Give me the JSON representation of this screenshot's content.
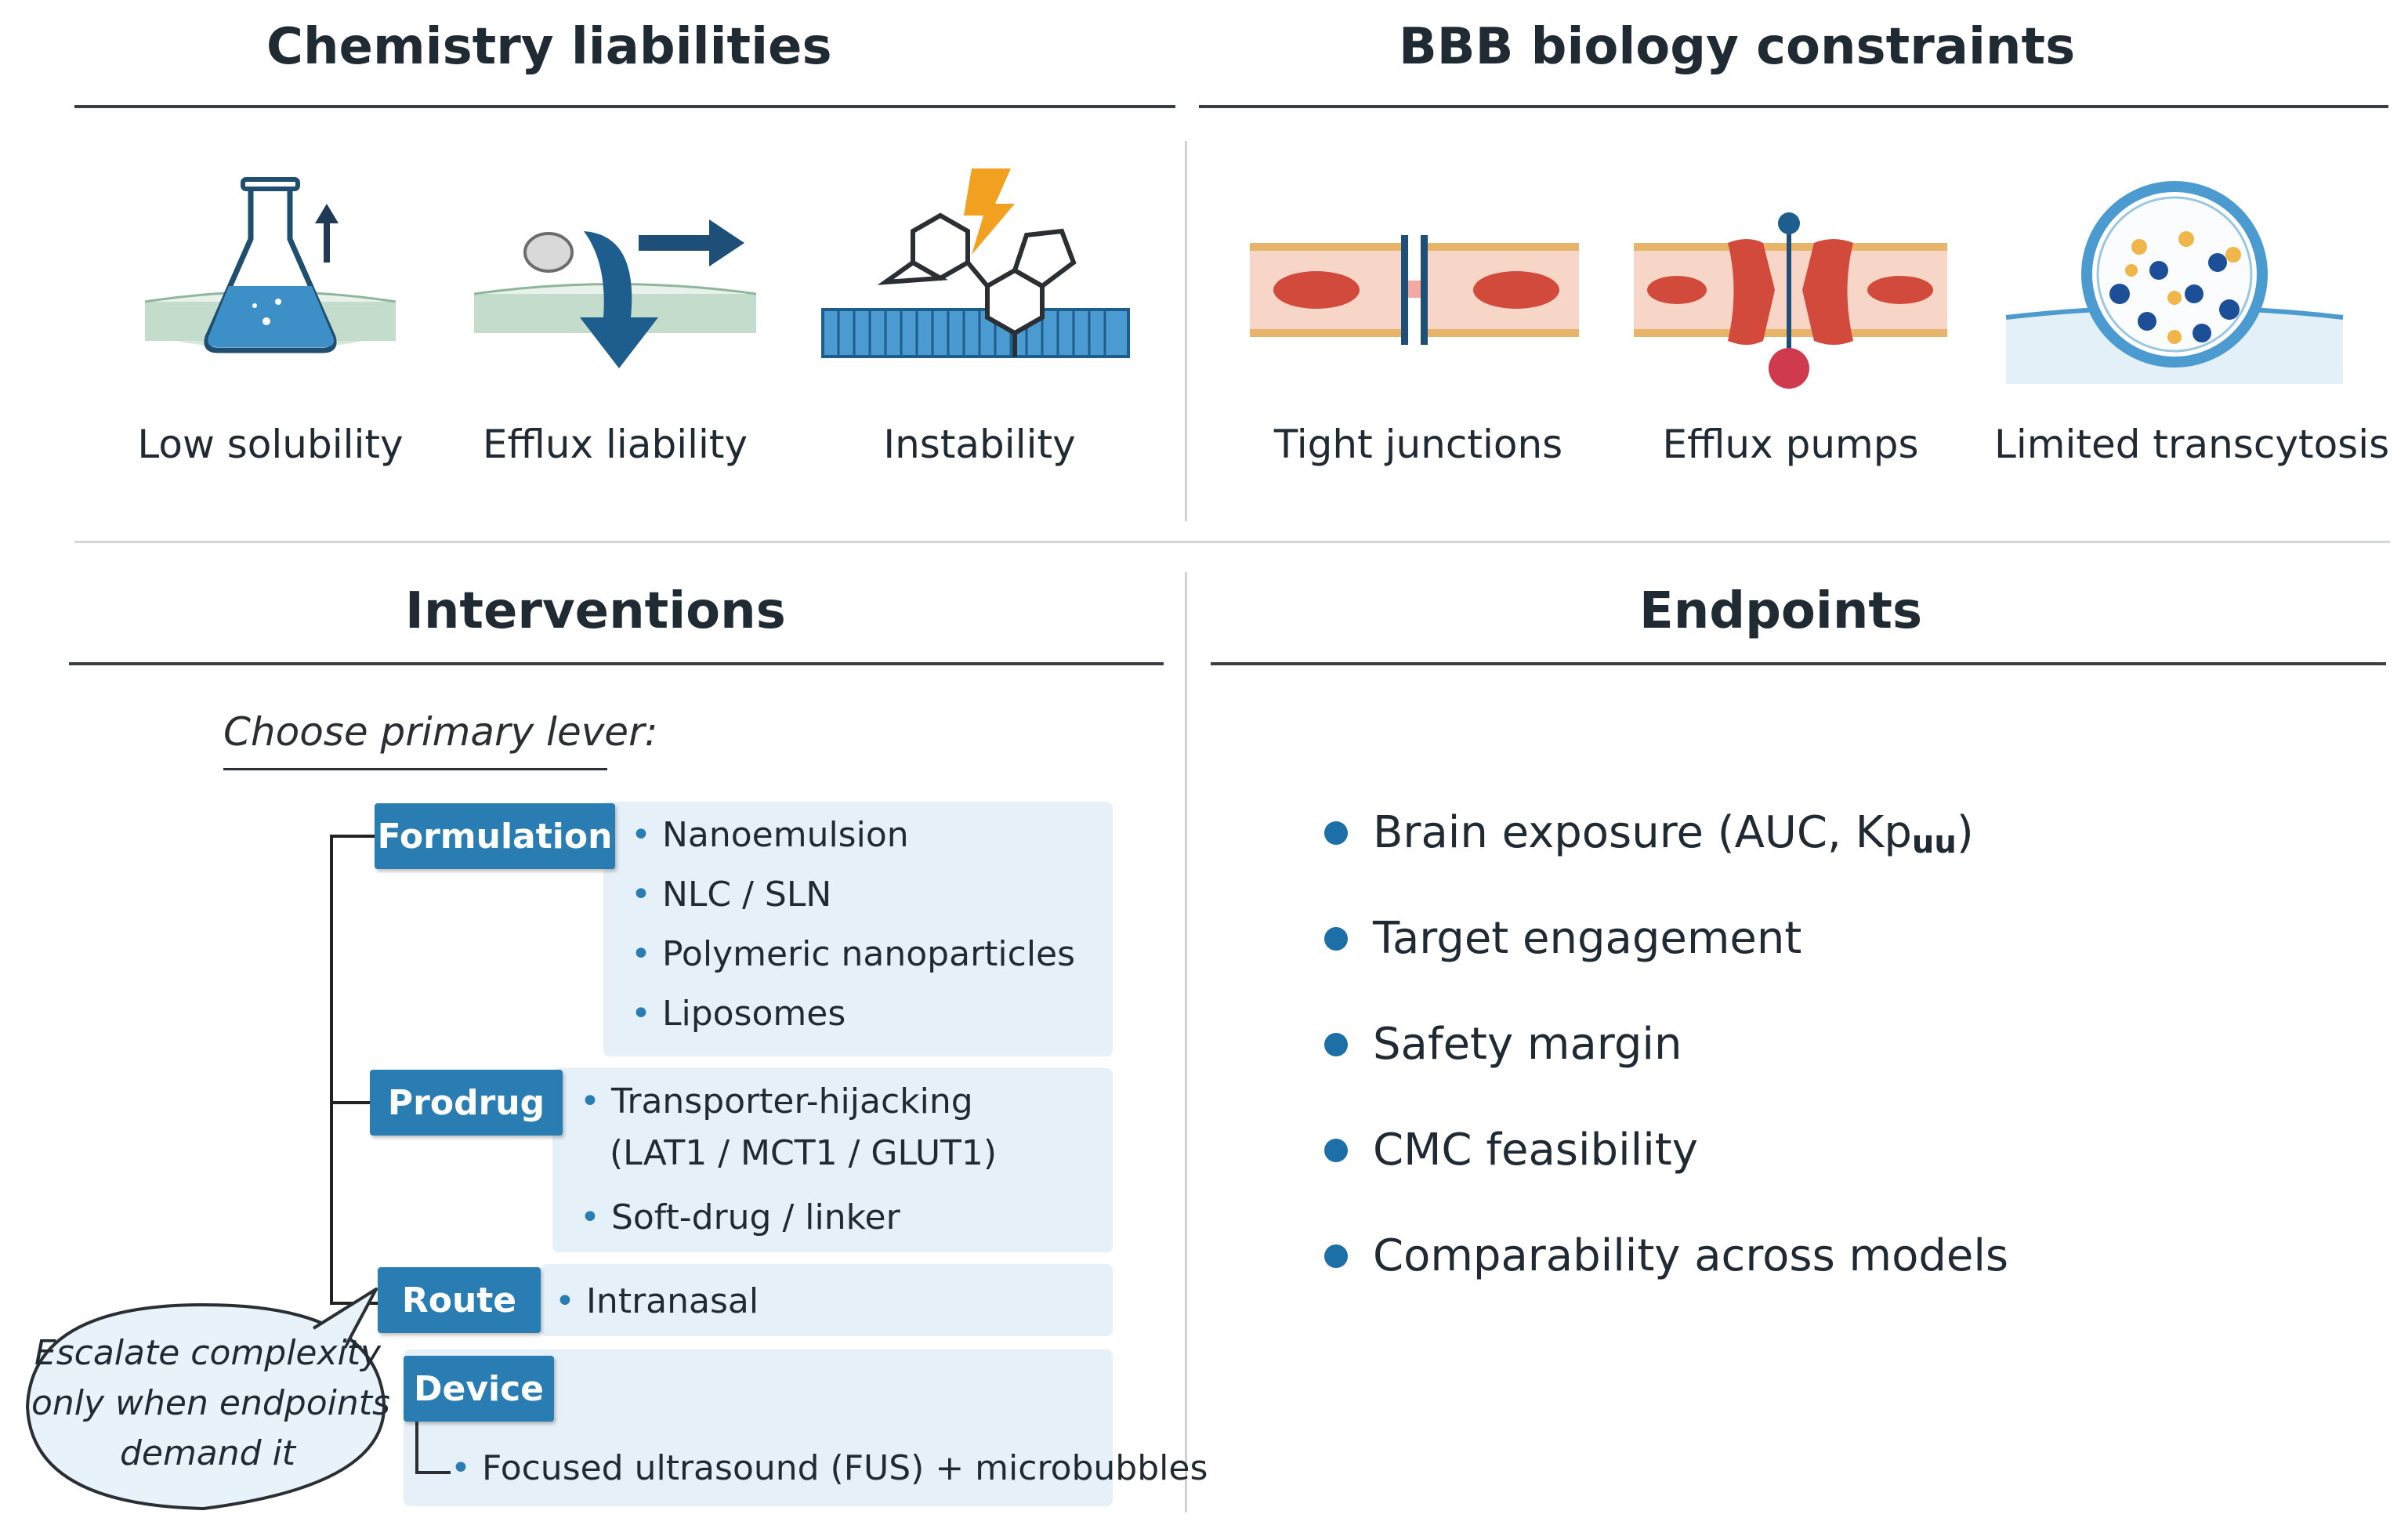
{
  "chemistry": {
    "title": "Chemistry liabilities",
    "items": [
      {
        "label": "Low solubility",
        "icon": "flask-up-arrow-icon"
      },
      {
        "label": "Efflux liability",
        "icon": "efflux-arrow-icon"
      },
      {
        "label": "Instability",
        "icon": "molecule-lightning-icon"
      }
    ]
  },
  "bbb": {
    "title": "BBB biology constraints",
    "items": [
      {
        "label": "Tight junctions",
        "icon": "tight-junction-icon"
      },
      {
        "label": "Efflux pumps",
        "icon": "efflux-pump-icon"
      },
      {
        "label": "Limited transcytosis",
        "icon": "vesicle-icon"
      }
    ]
  },
  "interventions": {
    "title": "Interventions",
    "prompt": "Choose primary lever:",
    "levers": [
      {
        "name": "Formulation",
        "options": [
          "Nanoemulsion",
          "NLC / SLN",
          "Polymeric nanoparticles",
          "Liposomes"
        ]
      },
      {
        "name": "Prodrug",
        "options": [
          "Transporter-hijacking",
          "(LAT1 / MCT1 / GLUT1)",
          "Soft-drug / linker"
        ]
      },
      {
        "name": "Route",
        "options": [
          "Intranasal"
        ]
      },
      {
        "name": "Device",
        "options": [
          "Focused ultrasound (FUS) + microbubbles"
        ]
      }
    ],
    "callout": [
      "Escalate complexity",
      "only when endpoints",
      "demand it"
    ]
  },
  "endpoints": {
    "title": "Endpoints",
    "items": [
      {
        "text": "Brain exposure (AUC, Kp",
        "sub": "uu",
        "after": ")"
      },
      {
        "text": "Target engagement"
      },
      {
        "text": "Safety margin"
      },
      {
        "text": "CMC feasibility"
      },
      {
        "text": "Comparability across models"
      }
    ]
  },
  "colors": {
    "accent": "#2a7db3",
    "panel": "#e6f0f8",
    "bullet": "#1d6fa8",
    "membrane_red": "#d24a3c",
    "lightning": "#f2a01f"
  }
}
